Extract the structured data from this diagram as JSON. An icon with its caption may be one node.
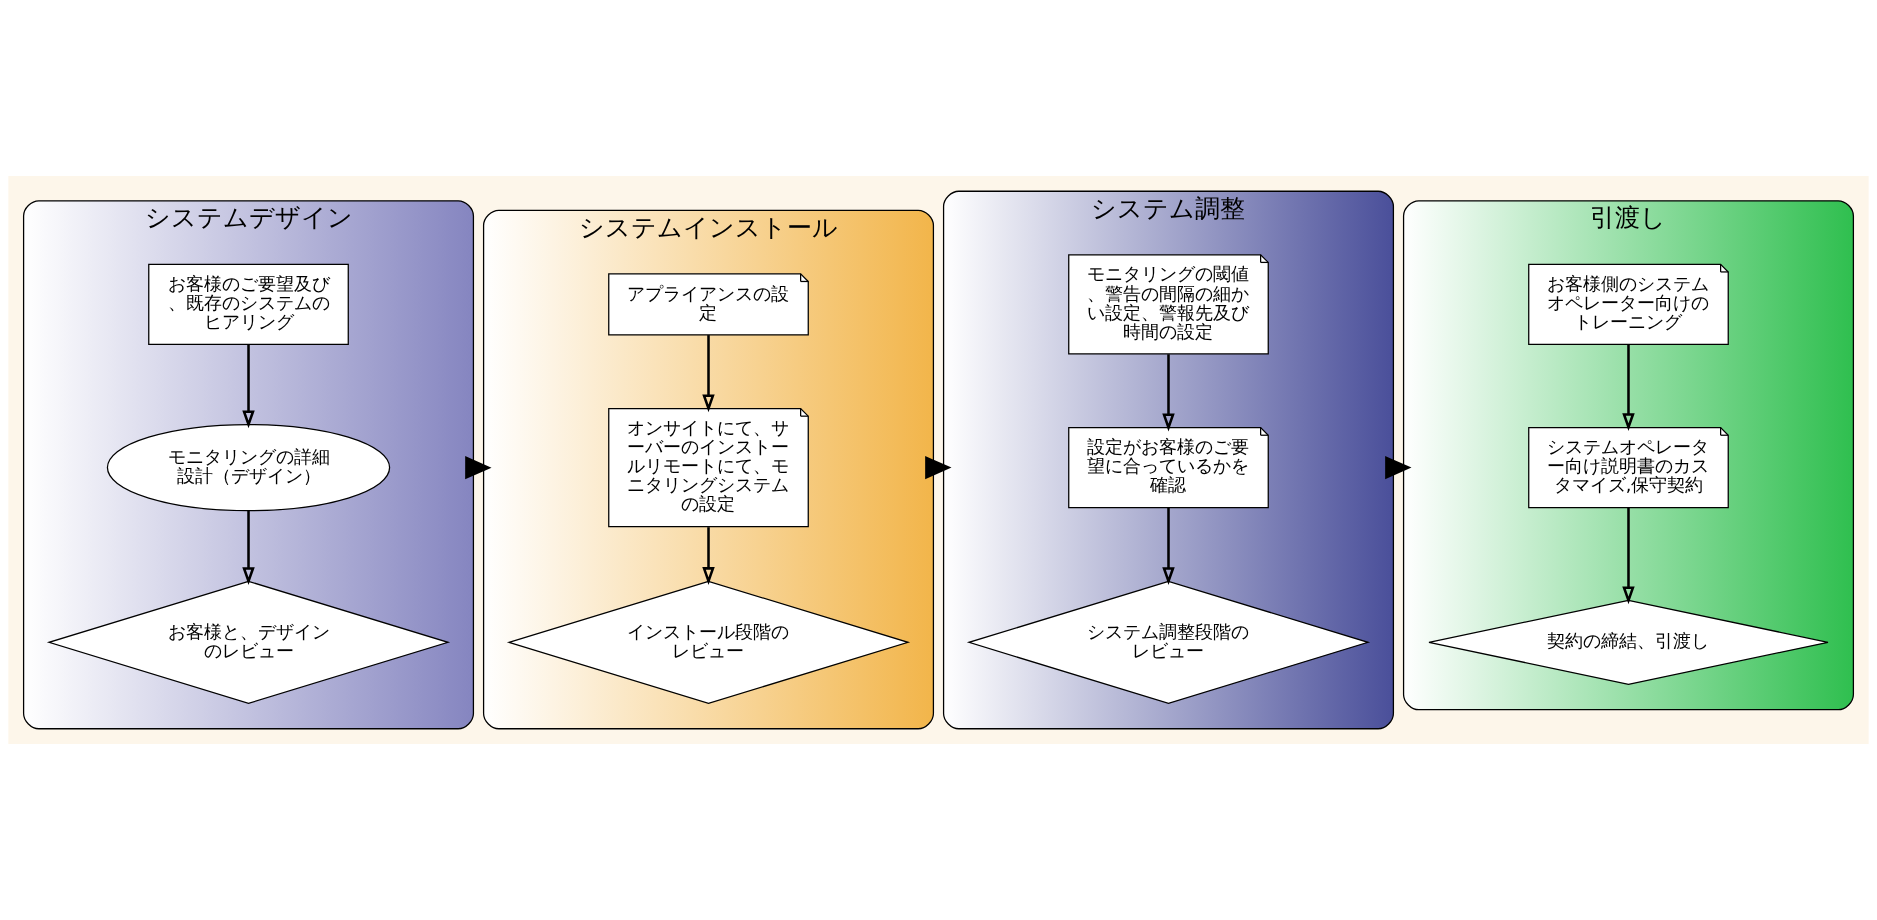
{
  "diagram": {
    "nodes": [
      {
        "text": [
          "システムデザイン"
        ]
      },
      {
        "text": [
          "お客様のご要望及び、既存のシステムのヒアリング"
        ],
        "in": 0
      },
      {
        "text": [
          "モニタリングの詳細設計（デザイン）"
        ],
        "in": 0
      },
      {
        "text": [
          "お客様と、デザインのレビュー"
        ],
        "in": 0
      },
      {
        "text": [
          "システムインストール"
        ]
      },
      {
        "text": [
          "アプライアンスの設定"
        ],
        "in": 4
      },
      {
        "text": [
          "オンサイトにて、サーバーのインストールリモートにて、モニタリングシステムの設定"
        ],
        "in": 4
      },
      {
        "text": [
          "インストール段階のレビュー"
        ],
        "in": 4
      },
      {
        "text": [
          "システム調整"
        ]
      },
      {
        "text": [
          "モニタリングの閾値、警告の間隔の細かい設定、警報先及び時間の設定"
        ],
        "in": 8
      },
      {
        "text": [
          "設定がお客様のご要望に合っているかを確認"
        ],
        "in": 8
      },
      {
        "text": [
          "システム調整段階のレビュー"
        ],
        "in": 8
      },
      {
        "text": [
          "引渡し"
        ]
      },
      {
        "text": [
          "お客様側のシステムオペレーター向けのトレーニング"
        ],
        "in": 12
      },
      {
        "text": [
          "システムオペレーター向け説明書のカスタマイズ,保守契約"
        ],
        "in": 12
      },
      {
        "text": [
          "契約の締結、引渡し"
        ],
        "in": 12
      }
    ],
    "edges": [
      {
        "from": 1,
        "to": 2,
        "arrow": "to"
      },
      {
        "from": 2,
        "to": 3,
        "arrow": "to"
      },
      {
        "from": 0,
        "to": 4,
        "arrow": "to",
        "style": "thick"
      },
      {
        "from": 5,
        "to": 6,
        "arrow": "to"
      },
      {
        "from": 6,
        "to": 7,
        "arrow": "to"
      },
      {
        "from": 4,
        "to": 8,
        "arrow": "to",
        "style": "thick"
      },
      {
        "from": 9,
        "to": 10,
        "arrow": "to"
      },
      {
        "from": 10,
        "to": 11,
        "arrow": "to"
      },
      {
        "from": 8,
        "to": 12,
        "arrow": "to",
        "style": "thick"
      },
      {
        "from": 13,
        "to": 14,
        "arrow": "to"
      },
      {
        "from": 14,
        "to": 15,
        "arrow": "to"
      }
    ]
  }
}
